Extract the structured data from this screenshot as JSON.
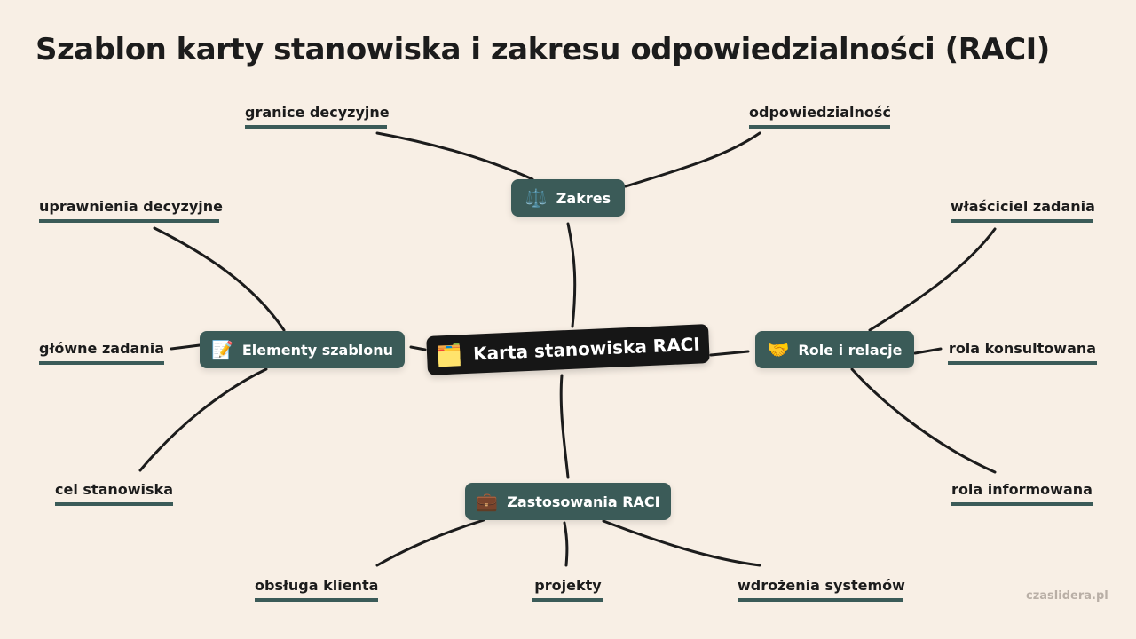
{
  "title": "Szablon karty stanowiska i zakresu odpowiedzialności (RACI)",
  "center": {
    "icon": "🗂️",
    "icon_name": "card-index-dividers-icon",
    "label": "Karta stanowiska RACI"
  },
  "branches": {
    "zakres": {
      "icon": "⚖️",
      "icon_name": "balance-scale-icon",
      "label": "Zakres",
      "leaves": [
        "granice decyzyjne",
        "odpowiedzialność"
      ]
    },
    "elementy": {
      "icon": "📝",
      "icon_name": "memo-icon",
      "label": "Elementy szablonu",
      "leaves": [
        "uprawnienia decyzyjne",
        "główne zadania",
        "cel stanowiska"
      ]
    },
    "role": {
      "icon": "🤝",
      "icon_name": "handshake-icon",
      "label": "Role i relacje",
      "leaves": [
        "właściciel zadania",
        "rola konsultowana",
        "rola informowana"
      ]
    },
    "zastosowania": {
      "icon": "💼",
      "icon_name": "briefcase-icon",
      "label": "Zastosowania RACI",
      "leaves": [
        "obsługa klienta",
        "projekty",
        "wdrożenia systemów"
      ]
    }
  },
  "watermark": "czaslidera.pl",
  "colors": {
    "background": "#f8efe5",
    "node": "#3b5b58",
    "center": "#161616",
    "line": "#1c1c1c"
  }
}
